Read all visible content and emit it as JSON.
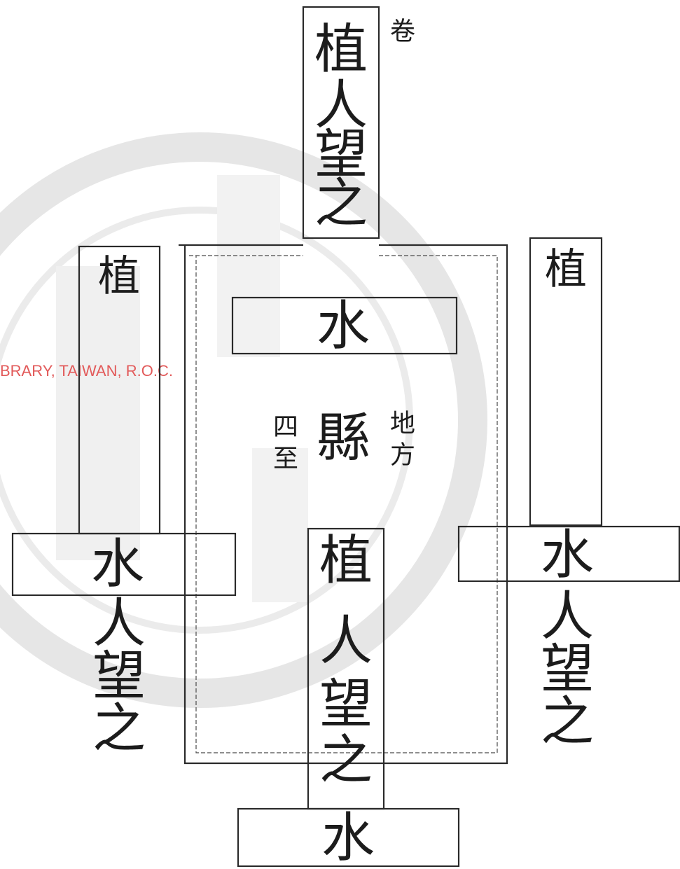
{
  "seal": {
    "color": "#b8b8b8",
    "watermark_text": "BRARY, TAIWAN, R.O.C.",
    "watermark_color": "#e25a5a"
  },
  "diagram": {
    "top_label": [
      "植",
      "人",
      "望",
      "之"
    ],
    "left_label": "植",
    "right_label": "植",
    "inner_top": "水",
    "center_main": "縣",
    "center_right": [
      "地",
      "方"
    ],
    "center_left": [
      "四",
      "至"
    ],
    "left_bottom_box": "水",
    "left_bottom_column": [
      "人",
      "望",
      "之"
    ],
    "middle_bottom_column": [
      "植",
      "人",
      "望",
      "之"
    ],
    "right_bottom_box": "水",
    "right_bottom_column": [
      "人",
      "望",
      "之"
    ],
    "bottom_box": "水",
    "corner_mark": "卷"
  }
}
